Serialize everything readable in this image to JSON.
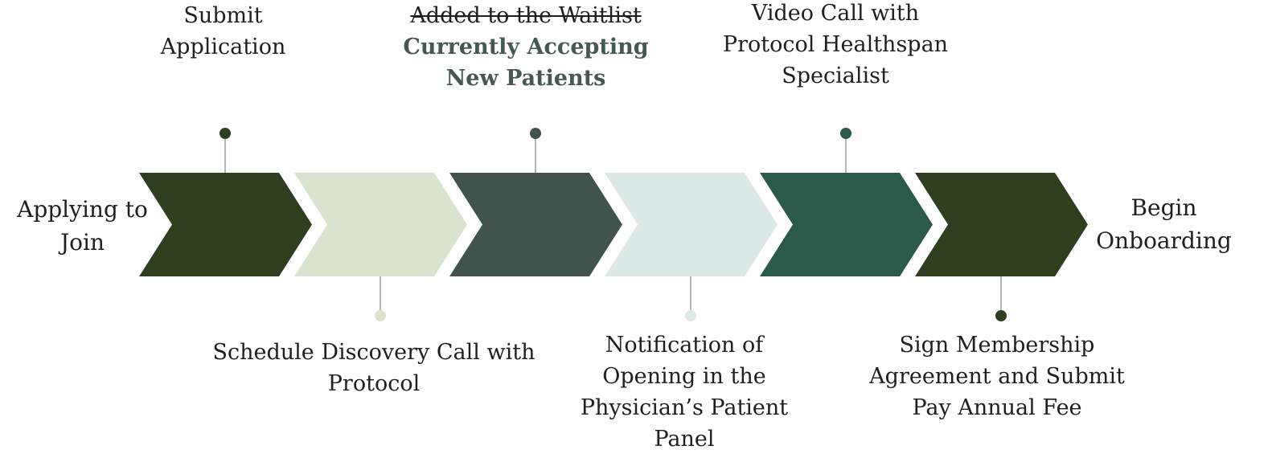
{
  "start_label": [
    "Applying to",
    "Join"
  ],
  "end_label": [
    "Begin",
    "Onboarding"
  ],
  "colors": {
    "dark_olive": "#2e3e1e",
    "pale_sage": "#d9e3cd",
    "slate_green": "#40544d",
    "pale_mint": "#dde9e6",
    "forest_green": "#2c5a48",
    "connector": "#6b6b6b",
    "accent_text": "#45594f"
  },
  "steps": [
    {
      "color": "#2e3e1e",
      "side": "top",
      "lines": [
        "Submit",
        "Application"
      ]
    },
    {
      "color": "#d9e3cd",
      "side": "bottom",
      "lines": [
        "Schedule Discovery Call with",
        "Protocol"
      ]
    },
    {
      "color": "#40544d",
      "side": "top",
      "strike": "Added to the Waitlist",
      "lines": [
        "Currently Accepting",
        "New Patients"
      ]
    },
    {
      "color": "#dde9e6",
      "side": "bottom",
      "lines": [
        "Notification of",
        "Opening in the",
        "Physician’s Patient",
        "Panel"
      ]
    },
    {
      "color": "#2c5a48",
      "side": "top",
      "lines": [
        "Video Call with",
        "Protocol Healthspan",
        "Specialist"
      ]
    },
    {
      "color": "#2e3e1e",
      "side": "bottom",
      "lines": [
        "Sign Membership",
        "Agreement and Submit",
        "Pay Annual Fee"
      ]
    }
  ]
}
